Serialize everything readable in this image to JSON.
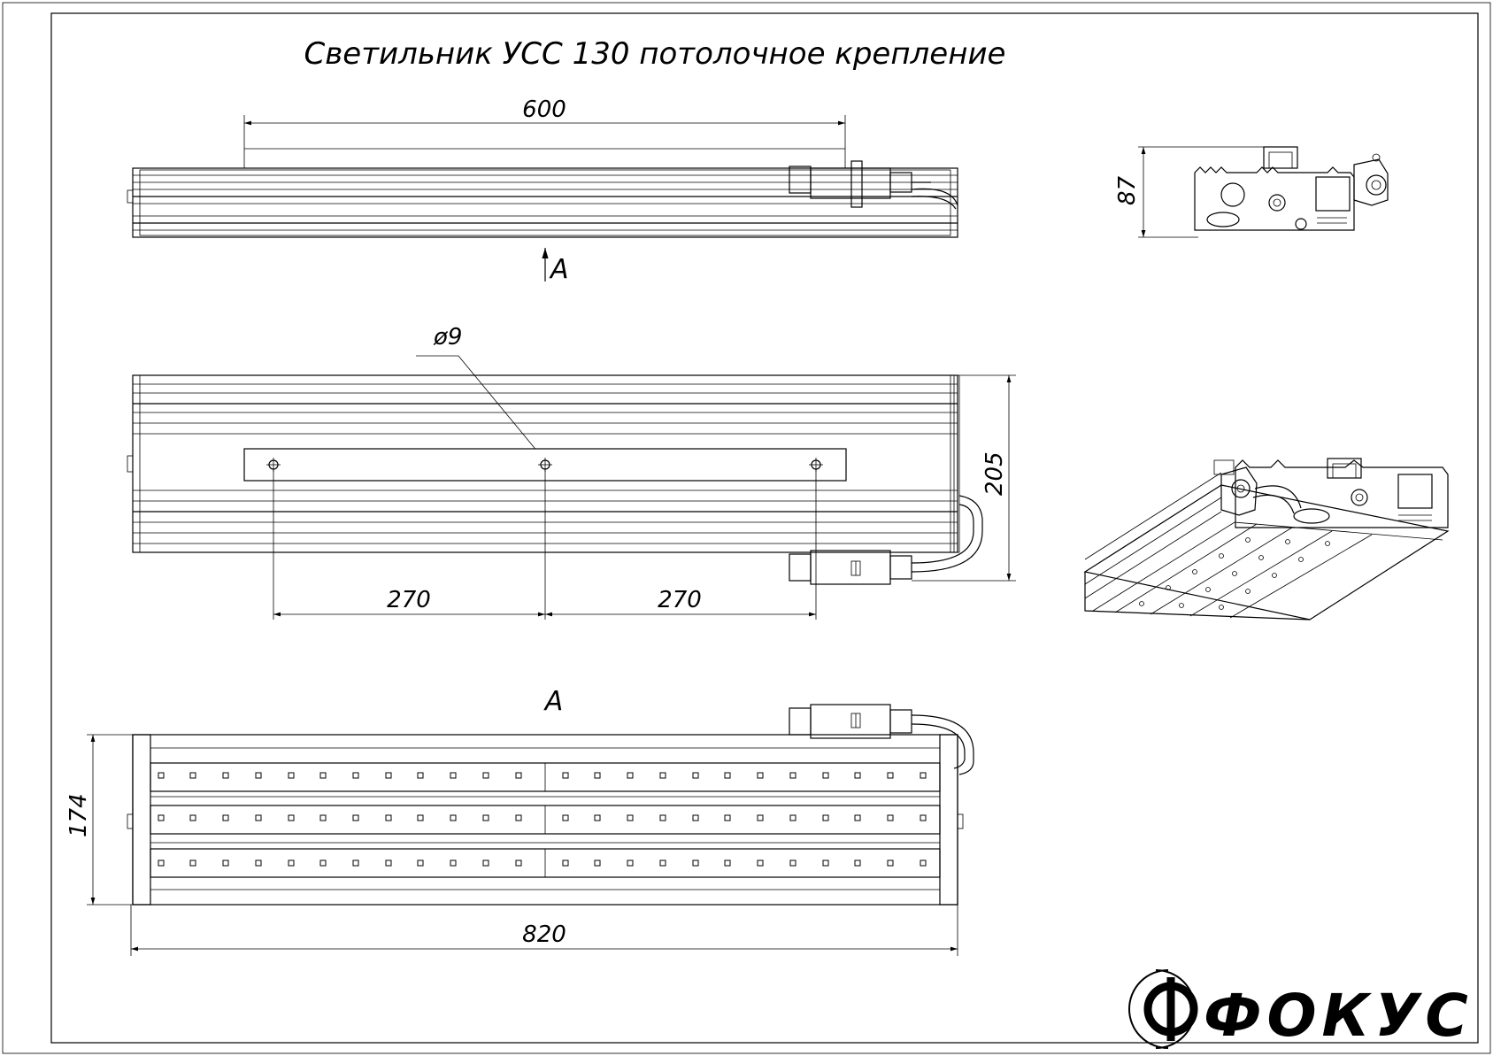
{
  "drawing": {
    "title": "Светильник УСС 130 потолочное крепление",
    "view_marker": "А",
    "section_label": "А"
  },
  "dimensions": {
    "length_top": "600",
    "depth_side": "87",
    "hole_diameter": "ø9",
    "width_plan": "205",
    "spacing_left": "270",
    "spacing_right": "270",
    "height_front": "174",
    "total_length": "820"
  },
  "logo": {
    "text": "ФОКУС"
  }
}
